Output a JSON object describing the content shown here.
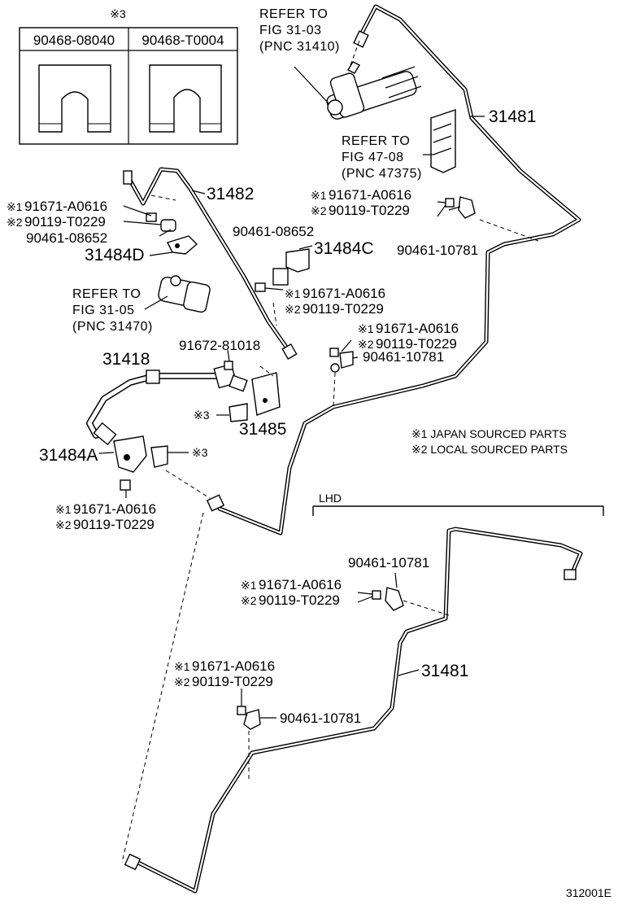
{
  "inset_table": {
    "mark": "※3",
    "headers": [
      "90468-08040",
      "90468-T0004"
    ]
  },
  "references": {
    "fig_31_03": [
      "REFER TO",
      "FIG 31-03",
      "(PNC 31410)"
    ],
    "fig_47_08": [
      "REFER TO",
      "FIG 47-08",
      "(PNC 47375)"
    ],
    "fig_31_05": [
      "REFER TO",
      "FIG 31-05",
      "(PNC 31470)"
    ]
  },
  "parts": {
    "p31481_upper": "31481",
    "p31482": "31482",
    "p31484D": "31484D",
    "p31484C": "31484C",
    "p31418": "31418",
    "p31484A": "31484A",
    "p31485": "31485",
    "p31481_lhd": "31481",
    "clip_91672": "91672-81018",
    "clip_90461_08652_a": "90461-08652",
    "clip_90461_08652_b": "90461-08652",
    "clamp_90461_10781_a": "90461-10781",
    "clamp_90461_10781_b": "90461-10781",
    "clamp_90461_10781_c": "90461-10781",
    "clamp_90461_10781_d": "90461-10781"
  },
  "bolt_groups": {
    "japan_mark": "※1",
    "local_mark": "※2",
    "japan_part": "91671-A0616",
    "local_part": "90119-T0229"
  },
  "clip_mark": "※3",
  "legend": {
    "japan": "※1 JAPAN SOURCED PARTS",
    "local": "※2 LOCAL SOURCED PARTS"
  },
  "section_label": "LHD",
  "figure_id": "312001E"
}
